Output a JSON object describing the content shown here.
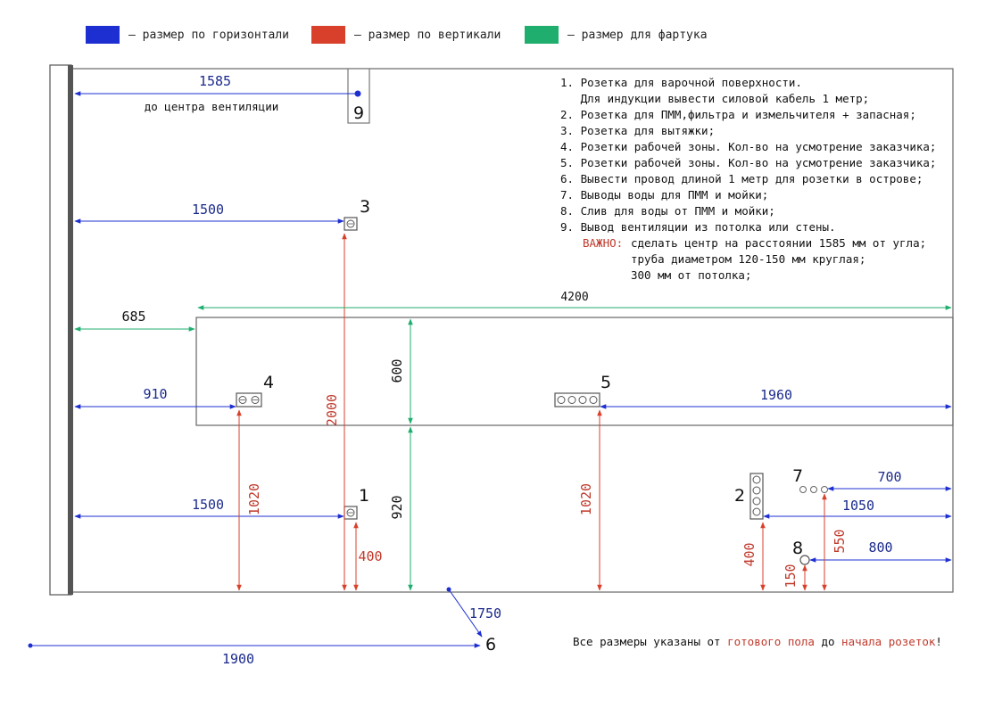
{
  "colors": {
    "horizontal": "#1e2fd1",
    "vertical": "#d9402b",
    "apron": "#1fae6e",
    "horizontal_text": "#1b2a8c",
    "vertical_text": "#c0392b"
  },
  "legend": [
    {
      "label": "– размер по горизонтали",
      "color": "#1e2fd1"
    },
    {
      "label": "– размер по вертикали",
      "color": "#d9402b"
    },
    {
      "label": "– размер для фартука",
      "color": "#1fae6e"
    }
  ],
  "notes": [
    "1. Розетка для варочной поверхности.",
    "   Для индукции вывести силовой кабель 1 метр;",
    "2. Розетка для ПММ,фильтра и измельчителя + запасная;",
    "3. Розетка для вытяжки;",
    "4. Розетки рабочей зоны. Кол-во на усмотрение заказчика;",
    "5. Розетки рабочей зоны. Кол-во на усмотрение заказчика;",
    "6. Вывести провод длиной 1 метр для розетки в острове;",
    "7. Выводы воды для ПММ и мойки;",
    "8. Слив для воды от ПММ и мойки;",
    "9. Вывод вентиляции из потолка или стены."
  ],
  "important": {
    "label": "ВАЖНО:",
    "lines": [
      "сделать центр на расстоянии 1585 мм от угла;",
      "труба диаметром 120-150 мм круглая;",
      "300 мм от потолка;"
    ]
  },
  "footer": {
    "part1": "Все размеры указаны от ",
    "highlight1": "готового пола",
    "part2": " до ",
    "highlight2": "начала розеток",
    "part3": "!"
  },
  "vent_caption": "до центра вентиляции",
  "markers": {
    "m1": "1",
    "m2": "2",
    "m3": "3",
    "m4": "4",
    "m5": "5",
    "m6": "6",
    "m7": "7",
    "m8": "8",
    "m9": "9"
  },
  "dimensions": {
    "d1585": "1585",
    "d1500_top": "1500",
    "d4200": "4200",
    "d685": "685",
    "d910": "910",
    "d1960": "1960",
    "d600": "600",
    "d2000": "2000",
    "d1020_left": "1020",
    "d1500_bottom": "1500",
    "d920": "920",
    "d400_1": "400",
    "d1020_mid": "1020",
    "d700": "700",
    "d1050": "1050",
    "d800": "800",
    "d400_2": "400",
    "d150": "150",
    "d550": "550",
    "d1750": "1750",
    "d1900": "1900"
  }
}
